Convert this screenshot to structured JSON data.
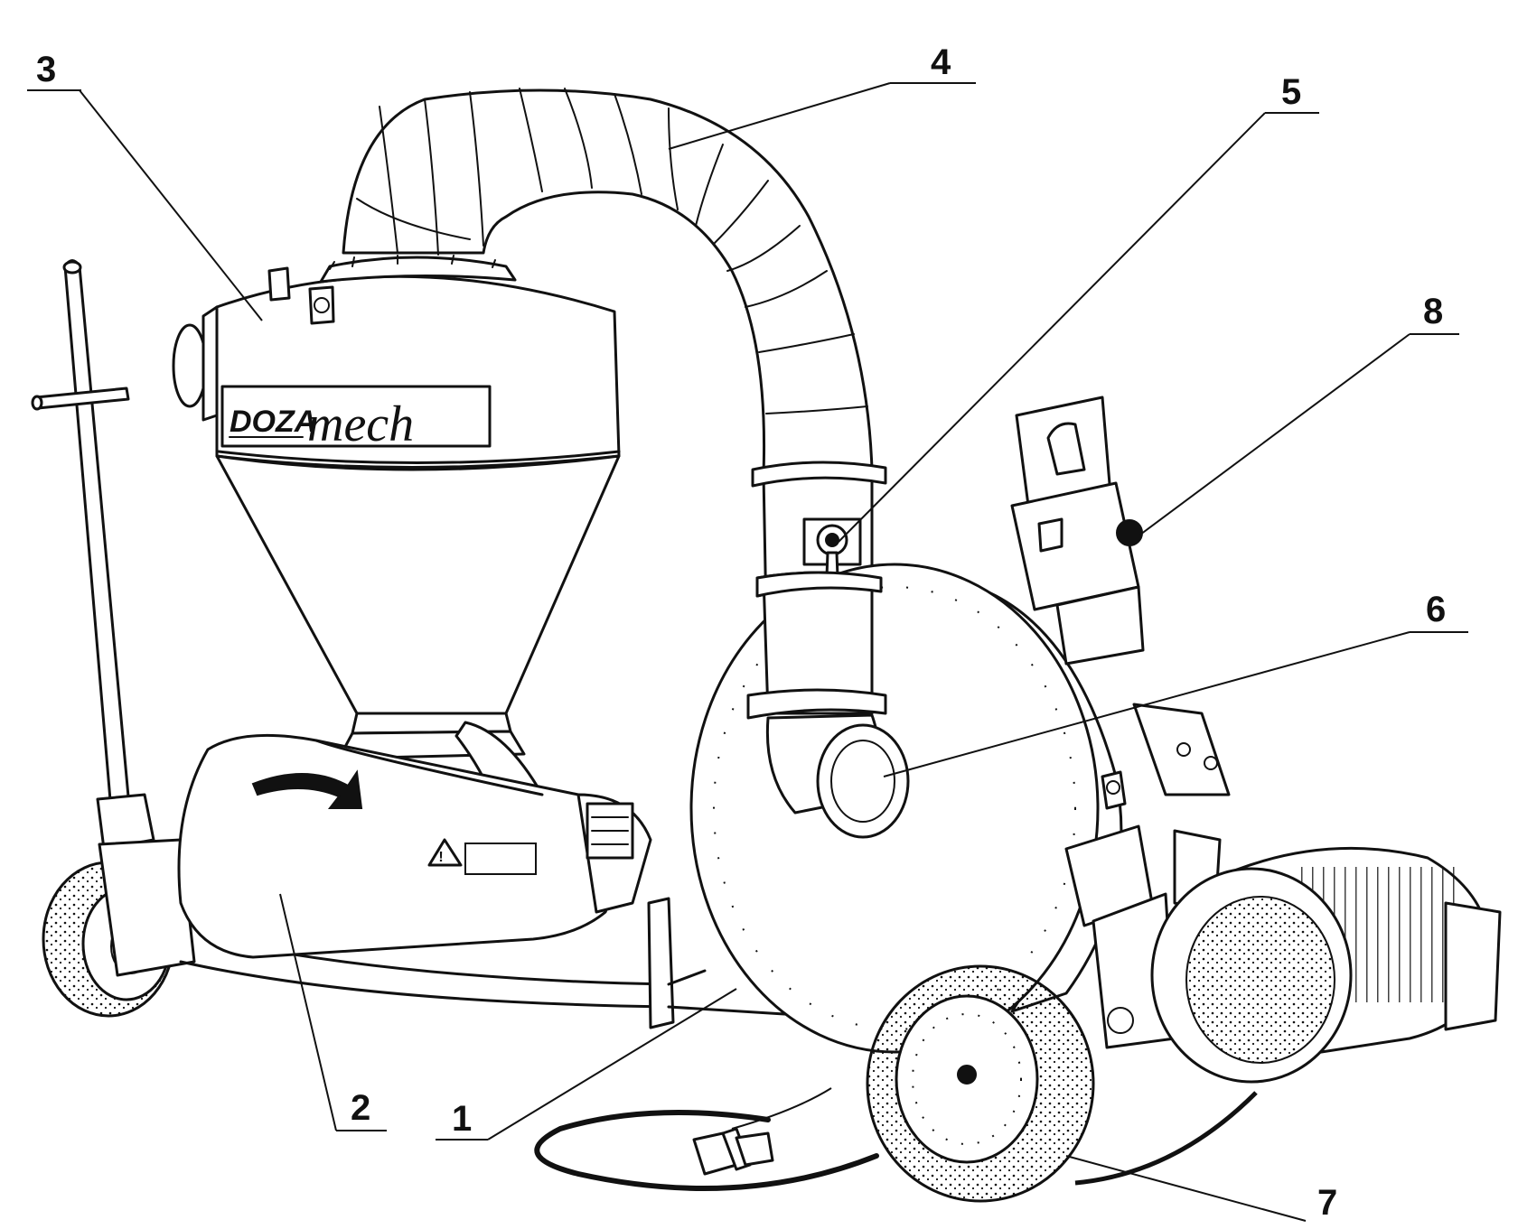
{
  "logo": {
    "brand_left": "DOZA",
    "brand_right": "mech"
  },
  "callouts": [
    {
      "id": "c1",
      "label": "1"
    },
    {
      "id": "c2",
      "label": "2"
    },
    {
      "id": "c3",
      "label": "3"
    },
    {
      "id": "c4",
      "label": "4"
    },
    {
      "id": "c5",
      "label": "5"
    },
    {
      "id": "c6",
      "label": "6"
    },
    {
      "id": "c7",
      "label": "7"
    },
    {
      "id": "c8",
      "label": "8"
    }
  ]
}
